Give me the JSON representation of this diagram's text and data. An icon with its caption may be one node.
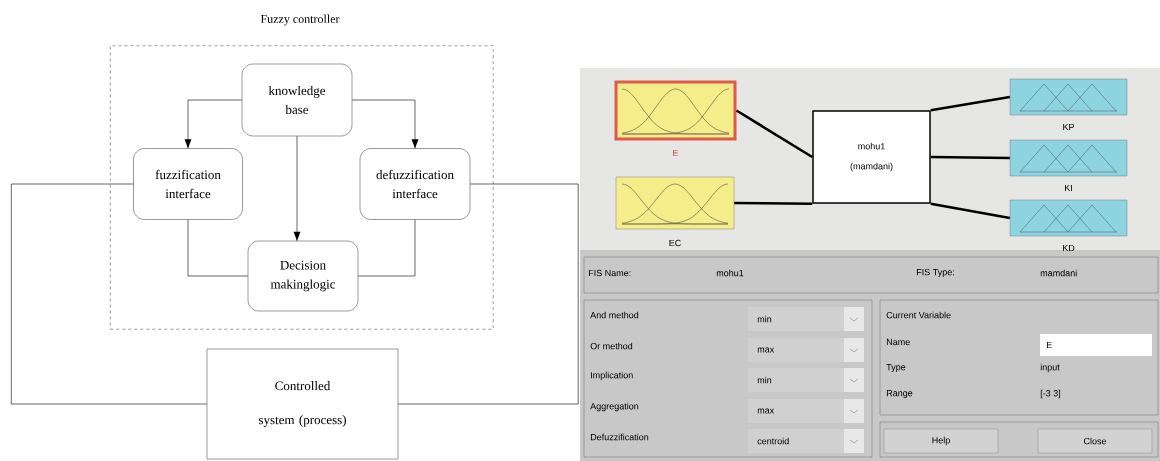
{
  "diagram": {
    "nodes": [
      {
        "text": [
          "Fuzzy controller"
        ]
      },
      {
        "text": [
          "knowledge base"
        ],
        "in": 0
      },
      {
        "text": [
          "fuzzification interface"
        ],
        "in": 0
      },
      {
        "text": [
          "defuzzification interface"
        ],
        "in": 0
      },
      {
        "text": [
          "Decision makinglogic"
        ],
        "in": 0
      },
      {
        "text": [
          "Controlled system (process)"
        ]
      },
      {
        "text": [
          "E"
        ]
      },
      {
        "text": [
          "EC"
        ]
      },
      {
        "text": [
          "mohu1",
          "(mamdani)"
        ]
      },
      {
        "text": [
          "KP"
        ]
      },
      {
        "text": [
          "KI"
        ]
      },
      {
        "text": [
          "KD"
        ]
      }
    ],
    "edges": [
      {
        "from": 1,
        "to": 2,
        "arrow": "to"
      },
      {
        "from": 1,
        "to": 3,
        "arrow": "to"
      },
      {
        "from": 1,
        "to": 4,
        "arrow": "to"
      },
      {
        "from": 2,
        "to": 4,
        "arrow": "none"
      },
      {
        "from": 3,
        "to": 4,
        "arrow": "none"
      },
      {
        "from": 2,
        "to": 5,
        "arrow": "none"
      },
      {
        "from": 3,
        "to": 5,
        "arrow": "none"
      },
      {
        "from": 6,
        "to": 8,
        "arrow": "none",
        "style": "thick"
      },
      {
        "from": 7,
        "to": 8,
        "arrow": "none",
        "style": "thick"
      },
      {
        "from": 8,
        "to": 9,
        "arrow": "none",
        "style": "thick"
      },
      {
        "from": 8,
        "to": 10,
        "arrow": "none",
        "style": "thick"
      },
      {
        "from": 8,
        "to": 11,
        "arrow": "none",
        "style": "thick"
      }
    ],
    "labels": [
      "FIS Name:",
      "mohu1",
      "FIS Type:",
      "mamdani",
      "And method",
      "min",
      "Or method",
      "max",
      "Implication",
      "min",
      "Aggregation",
      "max",
      "Defuzzification",
      "centroid",
      "Current Variable",
      "Name",
      "E",
      "Type",
      "input",
      "Range",
      "[-3 3]",
      "Help",
      "Close"
    ]
  }
}
